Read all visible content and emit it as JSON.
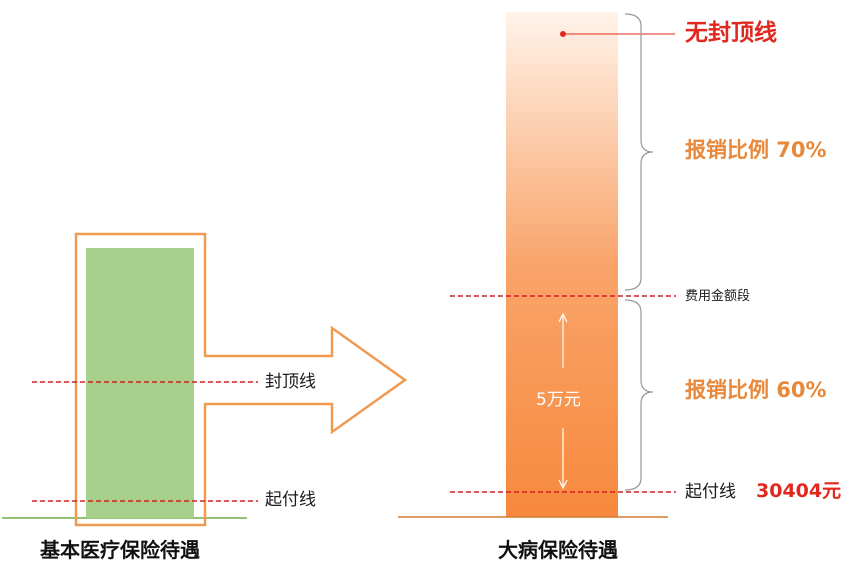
{
  "left_panel": {
    "cap_line_label": "封顶线",
    "deductible_label": "起付线",
    "caption": "基本医疗保险待遇"
  },
  "right_panel": {
    "no_cap_label": "无封顶线",
    "upper_ratio_label": "报销比例 70%",
    "segment_label": "费用金额段",
    "segment_amount": "5万元",
    "lower_ratio_label": "报销比例 60%",
    "deductible_label": "起付线",
    "deductible_amount": "30404元",
    "caption": "大病保险待遇"
  },
  "colors": {
    "green_fill": "#a8d08d",
    "orange_outline": "#ef9a50",
    "orange_bar": "#f7893d",
    "dashed_red": "#d42020",
    "accent_red": "#e0281e",
    "label_orange": "#e8883a"
  }
}
